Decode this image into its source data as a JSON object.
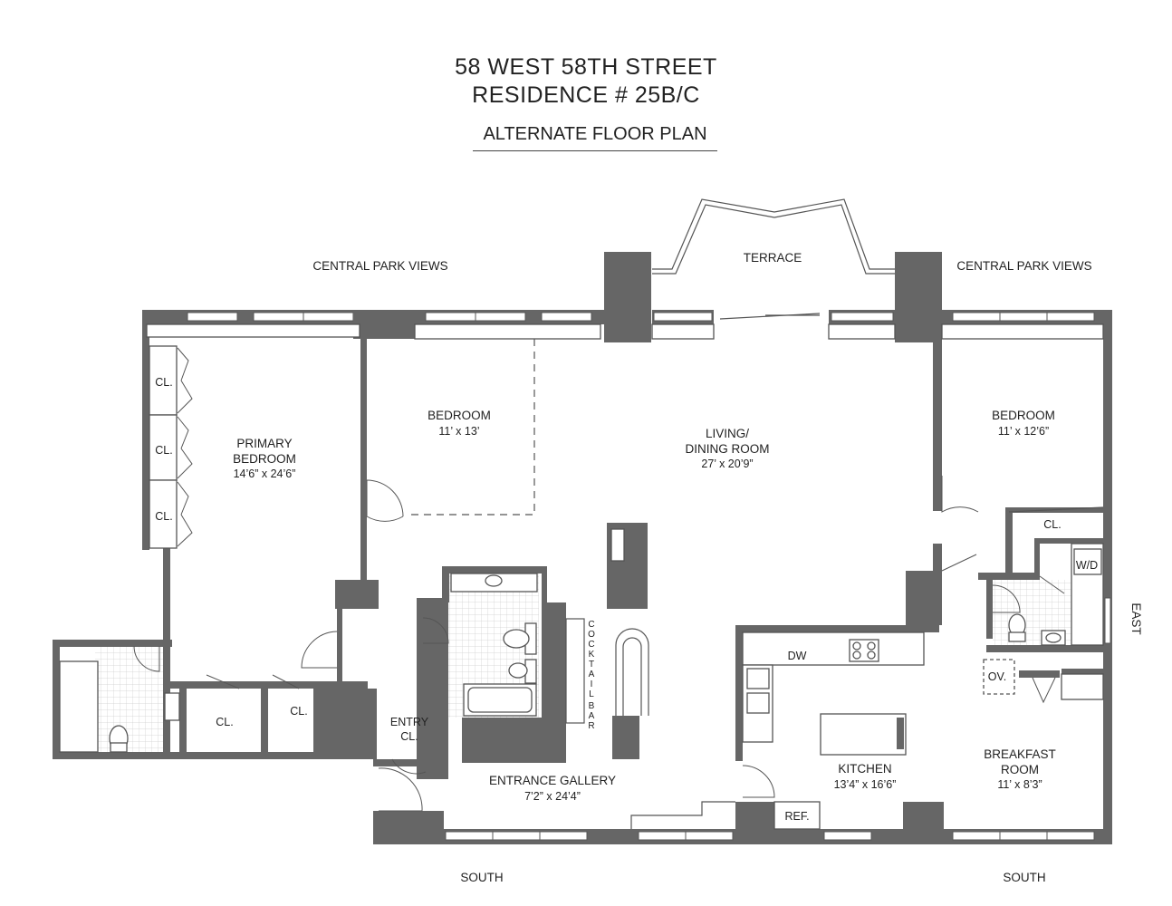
{
  "header": {
    "address": "58 WEST 58TH STREET",
    "residence": "RESIDENCE # 25B/C",
    "subtitle": "ALTERNATE FLOOR PLAN"
  },
  "orientation": {
    "north_left": "CENTRAL PARK VIEWS",
    "north_right": "CENTRAL PARK VIEWS",
    "terrace": "TERRACE",
    "east": "EAST",
    "south_left": "SOUTH",
    "south_right": "SOUTH"
  },
  "rooms": {
    "primary_bedroom": {
      "name_1": "PRIMARY",
      "name_2": "BEDROOM",
      "dims": "14’6” x 24’6”"
    },
    "bedroom_center": {
      "name": "BEDROOM",
      "dims": "11’ x 13’"
    },
    "living_dining": {
      "name_1": "LIVING/",
      "name_2": "DINING ROOM",
      "dims": "27’ x 20’9”"
    },
    "bedroom_right": {
      "name": "BEDROOM",
      "dims": "11’ x 12’6”"
    },
    "kitchen": {
      "name": "KITCHEN",
      "dims": "13’4” x 16’6”"
    },
    "breakfast_room": {
      "name_1": "BREAKFAST",
      "name_2": "ROOM",
      "dims": "11’ x 8’3”"
    },
    "entrance_gallery": {
      "name": "ENTRANCE GALLERY",
      "dims": "7’2” x 24’4”"
    },
    "entry_closet": {
      "name_1": "ENTRY",
      "name_2": "CL."
    }
  },
  "labels": {
    "closet": "CL.",
    "washer_dryer": "W/D",
    "dishwasher": "DW",
    "oven": "OV.",
    "refrigerator": "REF.",
    "cocktail_bar": [
      "C",
      "O",
      "C",
      "K",
      "T",
      "A",
      "I",
      "L",
      "B",
      "A",
      "R"
    ]
  }
}
